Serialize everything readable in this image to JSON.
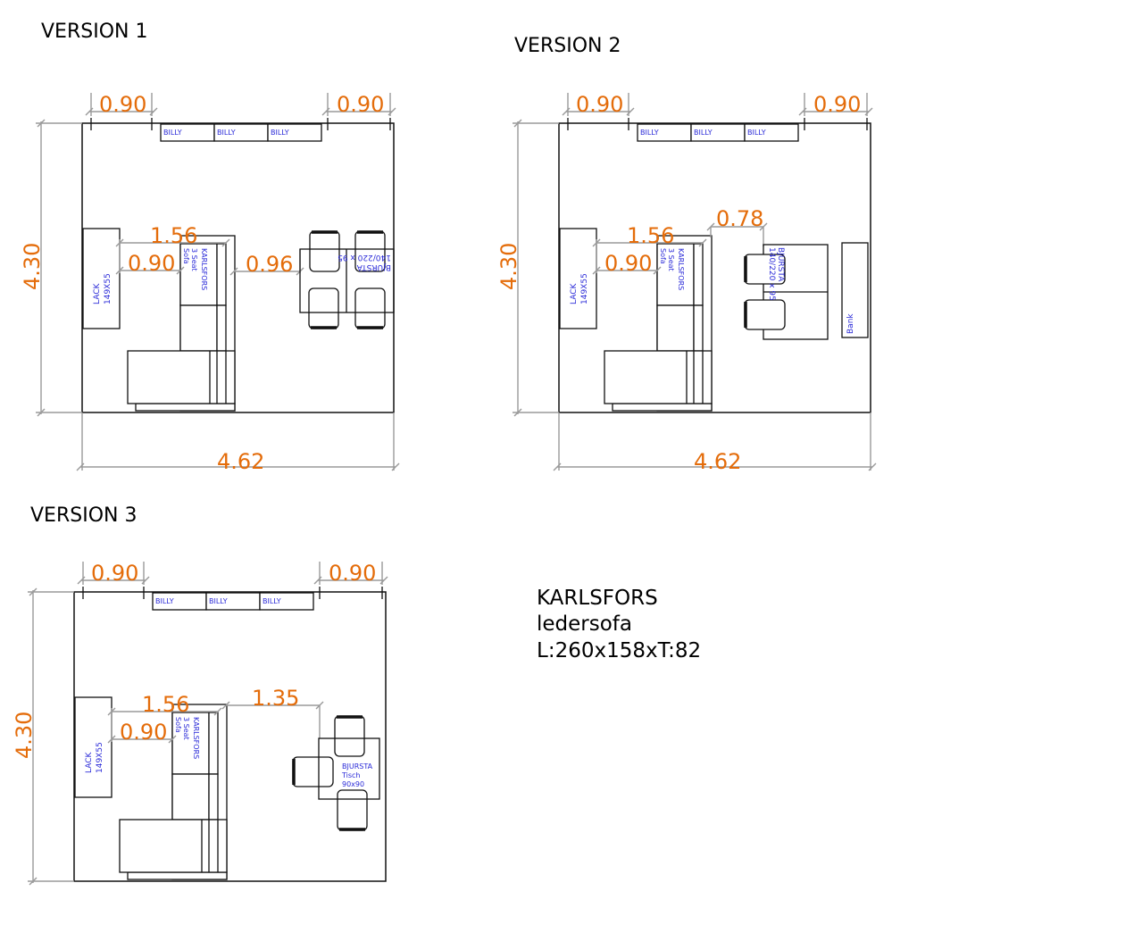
{
  "plans": [
    {
      "label": "VERSION 1",
      "dims": {
        "top_left": "0.90",
        "top_right": "0.90",
        "height": "4.30",
        "width": "4.62",
        "sofa_span": "1.56",
        "lack_gap": "0.90",
        "table_gap": "0.96"
      },
      "furniture": {
        "billy": [
          "BILLY",
          "BILLY",
          "BILLY"
        ],
        "lack": [
          "LACK",
          "149X55"
        ],
        "sofa": [
          "KARLSFORS",
          "3 Seat",
          "Sofa"
        ],
        "table": [
          "BJURSTA",
          "140/220 x 95"
        ]
      }
    },
    {
      "label": "VERSION 2",
      "dims": {
        "top_left": "0.90",
        "top_right": "0.90",
        "height": "4.30",
        "width": "4.62",
        "sofa_span": "1.56",
        "lack_gap": "0.90",
        "table_gap": "0.78"
      },
      "furniture": {
        "billy": [
          "BILLY",
          "BILLY",
          "BILLY"
        ],
        "lack": [
          "LACK",
          "149X55"
        ],
        "sofa": [
          "KARLSFORS",
          "3 Seat",
          "Sofa"
        ],
        "table": [
          "BJURSTA",
          "140/220 x 95"
        ],
        "bench": "Bank"
      }
    },
    {
      "label": "VERSION 3",
      "dims": {
        "top_left": "0.90",
        "top_right": "0.90",
        "height": "4.30",
        "sofa_span": "1.56",
        "lack_gap": "0.90",
        "table_gap": "1.35"
      },
      "furniture": {
        "billy": [
          "BILLY",
          "BILLY",
          "BILLY"
        ],
        "lack": [
          "LACK",
          "149X55"
        ],
        "sofa": [
          "KARLSFORS",
          "3 Seat",
          "Sofa"
        ],
        "table": [
          "BJURSTA",
          "Tisch",
          "90x90"
        ]
      }
    }
  ],
  "note": [
    "KARLSFORS",
    "ledersofa",
    "L:260x158xT:82"
  ]
}
